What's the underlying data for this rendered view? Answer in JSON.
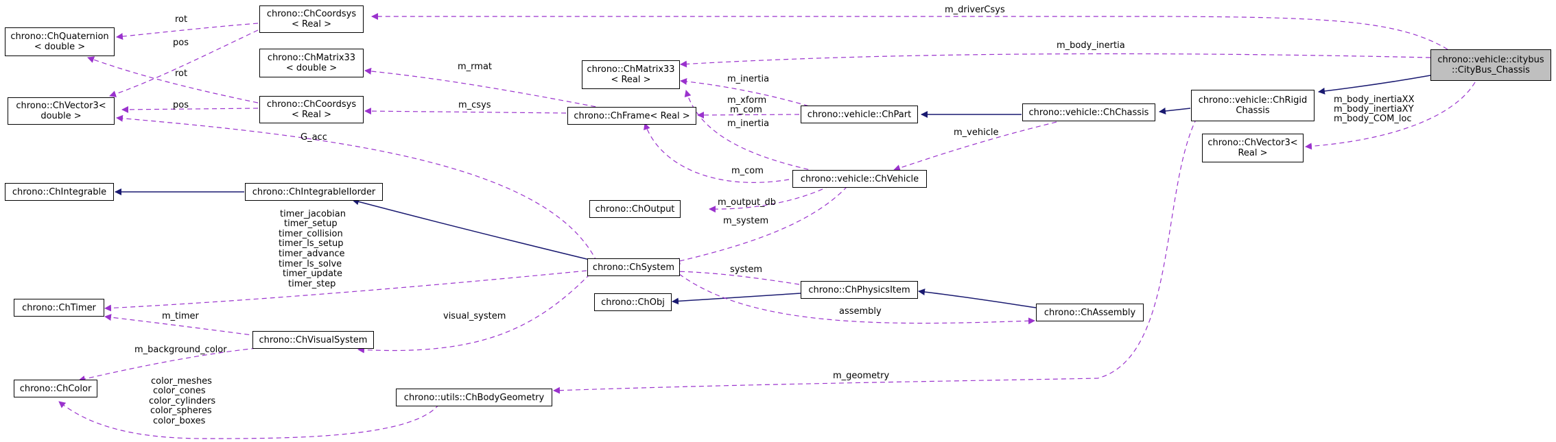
{
  "nodes": {
    "citybus_chassis": {
      "line1": "chrono::vehicle::citybus",
      "line2": "::CityBus_Chassis"
    },
    "chrigidchassis": {
      "line1": "chrono::vehicle::ChRigid",
      "line2": "Chassis"
    },
    "chchassis": {
      "line1": "chrono::vehicle::ChChassis"
    },
    "chpart": {
      "line1": "chrono::vehicle::ChPart"
    },
    "chvehicle": {
      "line1": "chrono::vehicle::ChVehicle"
    },
    "chvector3_real": {
      "line1": "chrono::ChVector3<",
      "line2": "Real >"
    },
    "chcoordsys_real_top": {
      "line1": "chrono::ChCoordsys",
      "line2": "< Real >"
    },
    "chquaternion": {
      "line1": "chrono::ChQuaternion",
      "line2": "< double >"
    },
    "chvector3_double": {
      "line1": "chrono::ChVector3<",
      "line2": "double >"
    },
    "chmatrix33_double": {
      "line1": "chrono::ChMatrix33",
      "line2": "< double >"
    },
    "chcoordsys_real_mid": {
      "line1": "chrono::ChCoordsys",
      "line2": "< Real >"
    },
    "chmatrix33_real": {
      "line1": "chrono::ChMatrix33",
      "line2": "< Real >"
    },
    "chframe": {
      "line1": "chrono::ChFrame< Real >"
    },
    "chintegrable": {
      "line1": "chrono::ChIntegrable"
    },
    "chintegrableiiorder": {
      "line1": "chrono::ChIntegrableIIorder"
    },
    "choutput": {
      "line1": "chrono::ChOutput"
    },
    "chsystem": {
      "line1": "chrono::ChSystem"
    },
    "chphysicsitem": {
      "line1": "chrono::ChPhysicsItem"
    },
    "chobj": {
      "line1": "chrono::ChObj"
    },
    "chassembly": {
      "line1": "chrono::ChAssembly"
    },
    "chtimer": {
      "line1": "chrono::ChTimer"
    },
    "chvisualsystem": {
      "line1": "chrono::ChVisualSystem"
    },
    "chcolor": {
      "line1": "chrono::ChColor"
    },
    "chbodygeometry": {
      "line1": "chrono::utils::ChBodyGeometry"
    }
  },
  "edge_labels": {
    "m_driverCsys": "m_driverCsys",
    "m_body_inertia": "m_body_inertia",
    "rot_top": "rot",
    "pos_top": "pos",
    "rot_mid": "rot",
    "pos_mid": "pos",
    "m_rmat": "m_rmat",
    "m_csys": "m_csys",
    "m_inertia_part": "m_inertia",
    "m_xform": "m_xform",
    "m_com_part": "m_com",
    "m_inertia_vehicle": "m_inertia",
    "m_vehicle": "m_vehicle",
    "m_body_inertiaXX": "m_body_inertiaXX",
    "m_body_inertiaXY": "m_body_inertiaXY",
    "m_body_COM_loc": "m_body_COM_loc",
    "G_acc": "G_acc",
    "m_com_vehicle": "m_com",
    "m_output_db": "m_output_db",
    "m_system": "m_system",
    "timer_jacobian": "timer_jacobian",
    "timer_setup": "timer_setup",
    "timer_collision": "timer_collision",
    "timer_ls_setup": "timer_ls_setup",
    "timer_advance": "timer_advance",
    "timer_ls_solve": "timer_ls_solve",
    "timer_update": "timer_update",
    "timer_step": "timer_step",
    "system": "system",
    "assembly": "assembly",
    "visual_system": "visual_system",
    "m_timer": "m_timer",
    "m_background_color": "m_background_color",
    "m_geometry": "m_geometry",
    "color_meshes": "color_meshes",
    "color_cones": "color_cones",
    "color_cylinders": "color_cylinders",
    "color_spheres": "color_spheres",
    "color_boxes": "color_boxes"
  },
  "colors": {
    "inheritance_edge": "#191970",
    "member_edge": "#9a32cd",
    "focus_fill": "#bfbfbf",
    "node_border": "#000000"
  }
}
